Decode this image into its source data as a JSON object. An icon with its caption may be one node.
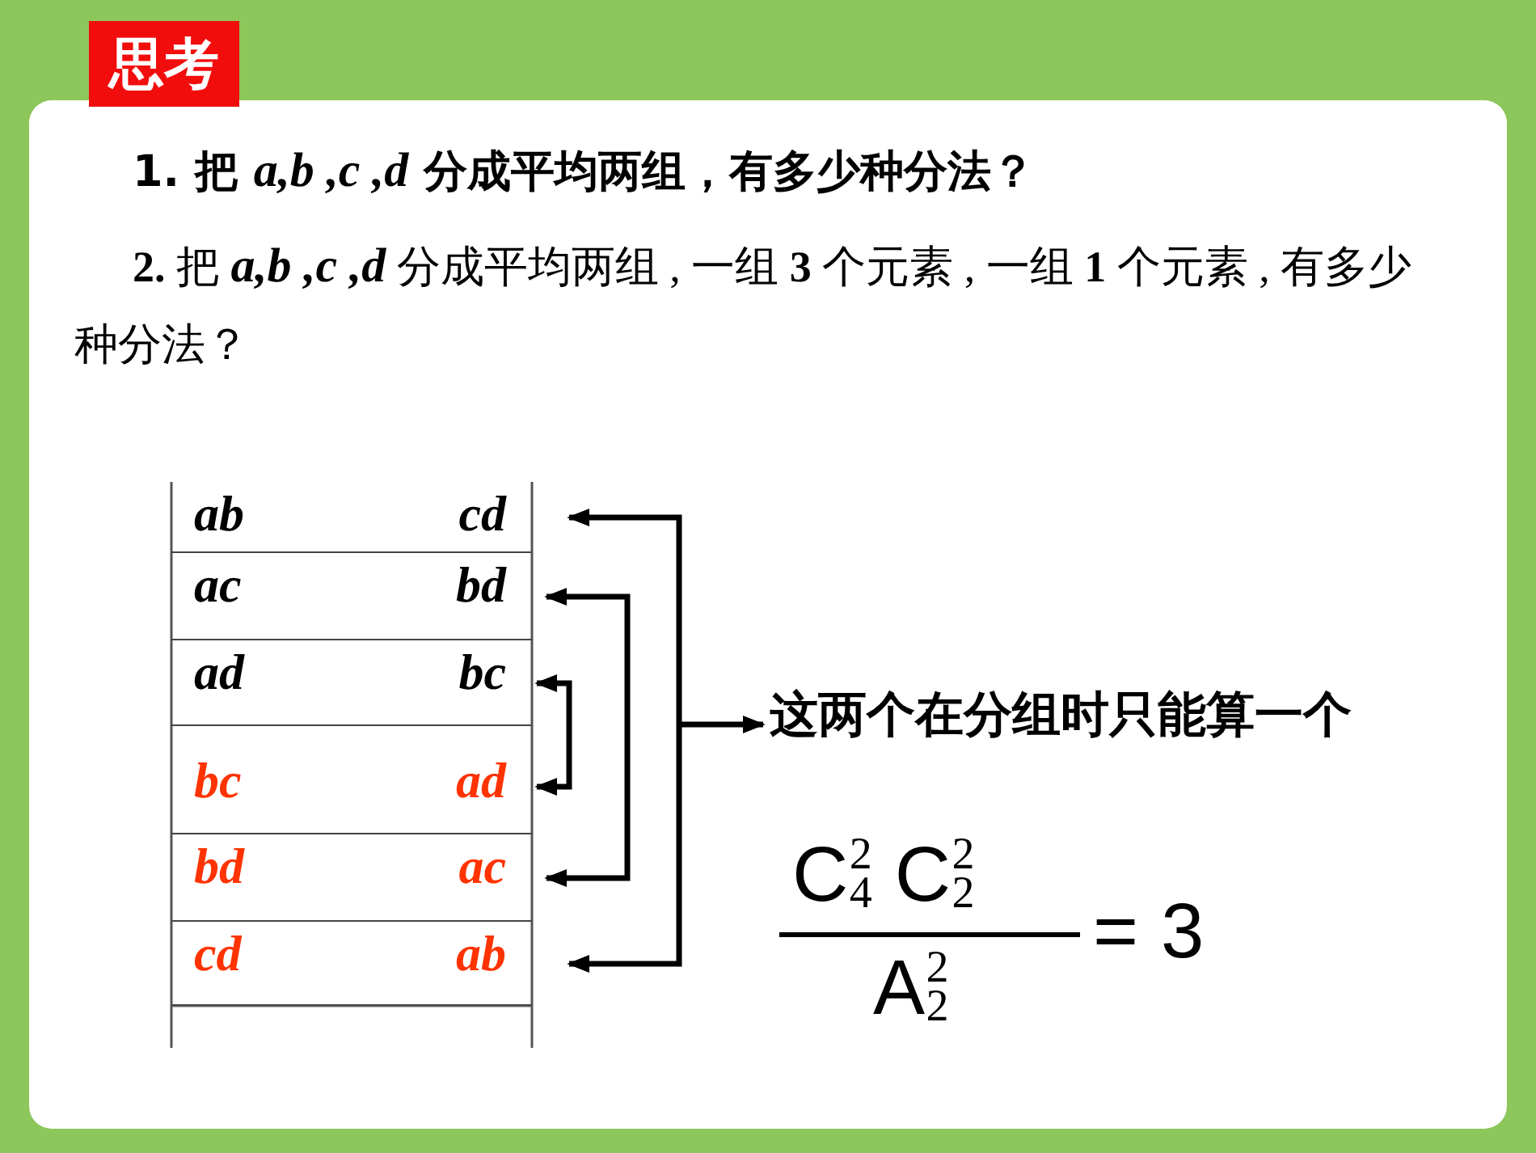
{
  "diagram": {
    "title": "思考",
    "nodes": [
      {
        "text": [
          "ab",
          "cd"
        ]
      },
      {
        "text": [
          "ac",
          "bd"
        ]
      },
      {
        "text": [
          "ad",
          "bc"
        ]
      },
      {
        "text": [
          "bc",
          "ad"
        ]
      },
      {
        "text": [
          "bd",
          "ac"
        ]
      },
      {
        "text": [
          "cd",
          "ab"
        ]
      },
      {
        "text": [
          "这两个在分组时只能算一个"
        ]
      }
    ],
    "edges": [
      {
        "from": 0,
        "to": 5,
        "arrow": "both"
      },
      {
        "from": 1,
        "to": 4,
        "arrow": "both"
      },
      {
        "from": 2,
        "to": 3,
        "arrow": "both"
      },
      {
        "from": null,
        "to": 6,
        "arrow": "to"
      }
    ],
    "labels": [
      "1.  把 *a,b ,c ,d* 分成平均两组，有多少种分法？",
      "**2.** 把 *a,b ,c ,d* 分成平均两组 , 一组 **3** 个元素 , 一组 **1** 个元素 , 有多少种分法？",
      "C$^{2}$$_{4}$ C$^{2}$$_{2}$",
      "A$^{2}$$_{2}$",
      "=",
      "3"
    ]
  }
}
